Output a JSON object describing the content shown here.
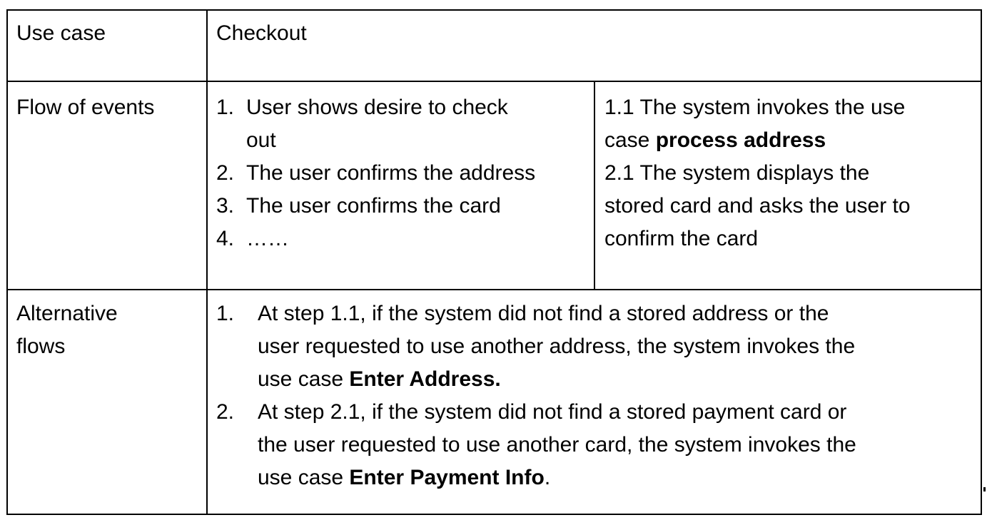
{
  "use_case": {
    "label": "Use case",
    "name": "Checkout"
  },
  "flow_of_events": {
    "label": "Flow of events",
    "steps": [
      {
        "number": "1.",
        "line1": "User shows desire to check",
        "line2": "out"
      },
      {
        "number": "2.",
        "text": "The user confirms the address"
      },
      {
        "number": "3.",
        "text": "The user confirms the card"
      },
      {
        "number": "4.",
        "text": "……"
      }
    ],
    "responses": {
      "r1_line1": "1.1 The system invokes the use",
      "r1_line2_prefix": "case ",
      "r1_line2_bold": "process address",
      "r2_line1": "2.1 The system displays the",
      "r2_line2": "stored card and asks the user to",
      "r2_line3": "confirm the card"
    }
  },
  "alternative_flows": {
    "label_line1": "Alternative",
    "label_line2": "flows",
    "items": [
      {
        "number": "1.",
        "line1": "At step 1.1, if the system did not find a stored address or the",
        "line2": "user requested to use another address, the system invokes the",
        "line3_prefix": "use case ",
        "line3_bold": "Enter Address.",
        "line3_suffix": ""
      },
      {
        "number": "2.",
        "line1": "At step 2.1, if the system did not find a stored payment card or",
        "line2": "the user requested to use another card, the system invokes the",
        "line3_prefix": "use case ",
        "line3_bold": "Enter Payment Info",
        "line3_suffix": "."
      }
    ]
  }
}
